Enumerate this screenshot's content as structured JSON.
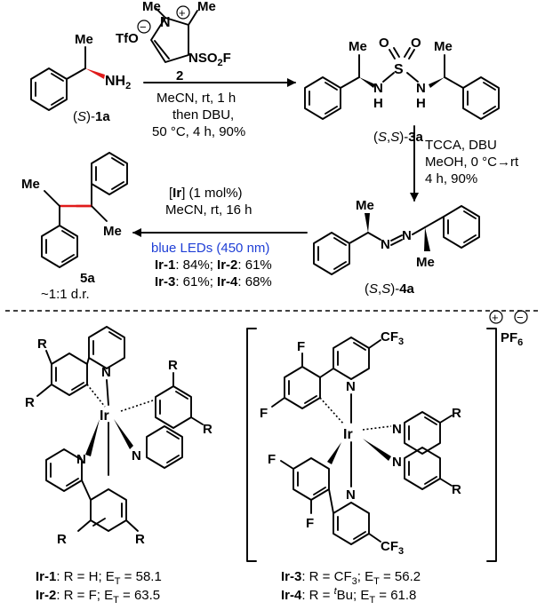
{
  "colors": {
    "blue": "#1f3fd6",
    "red": "#e01b1b",
    "black": "#000000"
  },
  "reagent_top": {
    "me1": "Me",
    "me2": "Me",
    "n_plus": "N",
    "plus_sign": "+",
    "tfo": "TfO",
    "minus_sign": "−",
    "nso2f": "NSO",
    "nso2f_sub": "2",
    "nso2f_f": "F",
    "compound_num": "2"
  },
  "sm": {
    "me": "Me",
    "nh2": "NH",
    "nh2_sub": "2",
    "label_pre": "(",
    "label_s": "S",
    "label_post": ")-",
    "label_num": "1a"
  },
  "step1": {
    "l1": "MeCN, rt, 1 h",
    "l2": "then DBU,",
    "l3": "50 °C, 4 h, 90%"
  },
  "sulfamide": {
    "me_left": "Me",
    "me_right": "Me",
    "o1": "O",
    "o2": "O",
    "s": "S",
    "n_left": "N",
    "h_left": "H",
    "n_right": "N",
    "h_right": "H",
    "label_pre": "(",
    "label_s1": "S",
    "label_comma": ",",
    "label_s2": "S",
    "label_post": ")-",
    "label_num": "3a"
  },
  "step2": {
    "l1": "TCCA, DBU",
    "l2": "MeOH, 0 °C→rt",
    "l3": "4 h, 90%"
  },
  "azo": {
    "me_left": "Me",
    "me_right": "Me",
    "n1": "N",
    "n2": "N",
    "label_pre": "(",
    "label_s1": "S",
    "label_comma": ",",
    "label_s2": "S",
    "label_post": ")-",
    "label_num": "4a"
  },
  "step3": {
    "l1_pre": "[",
    "l1_ir": "Ir",
    "l1_post": "] (1 mol%)",
    "l2": "MeCN, rt, 16 h",
    "l3": "blue LEDs (450 nm)",
    "ir1": "Ir-1",
    "ir1_val": ": 84%; ",
    "ir2": "Ir-2",
    "ir2_val": ": 61%",
    "ir3": "Ir-3",
    "ir3_val": ": 61%; ",
    "ir4": "Ir-4",
    "ir4_val": ": 68%"
  },
  "product": {
    "me1": "Me",
    "me2": "Me",
    "label": "5a",
    "dr": "~1:1 d.r."
  },
  "cat_left": {
    "r1": "R",
    "r2": "R",
    "r3": "R",
    "r4": "R",
    "r5": "R",
    "r6": "R",
    "n1": "N",
    "n2": "N",
    "n3": "N",
    "ir": "Ir",
    "cap1_name": "Ir-1",
    "cap1_text": ": R = H; E",
    "cap1_sub": "T",
    "cap1_val": " = 58.1",
    "cap2_name": "Ir-2",
    "cap2_text": ": R = F; E",
    "cap2_sub": "T",
    "cap2_val": " = 63.5"
  },
  "cat_right": {
    "f1": "F",
    "f2": "F",
    "f3": "F",
    "f4": "F",
    "cf3_1": "CF",
    "cf3_1_sub": "3",
    "cf3_2": "CF",
    "cf3_2_sub": "3",
    "n1": "N",
    "n2": "N",
    "n3": "N",
    "n4": "N",
    "ir": "Ir",
    "r1": "R",
    "r2": "R",
    "plus": "+",
    "minus": "−",
    "pf6": "PF",
    "pf6_sub": "6",
    "cap3_name": "Ir-3",
    "cap3_text": ": R = CF",
    "cap3_sub3": "3",
    "cap3_mid": "; E",
    "cap3_sub": "T",
    "cap3_val": " = 56.2",
    "cap4_name": "Ir-4",
    "cap4_text": ": R = ",
    "cap4_t": "t",
    "cap4_bu": "Bu; E",
    "cap4_sub": "T",
    "cap4_val": " = 61.8"
  }
}
